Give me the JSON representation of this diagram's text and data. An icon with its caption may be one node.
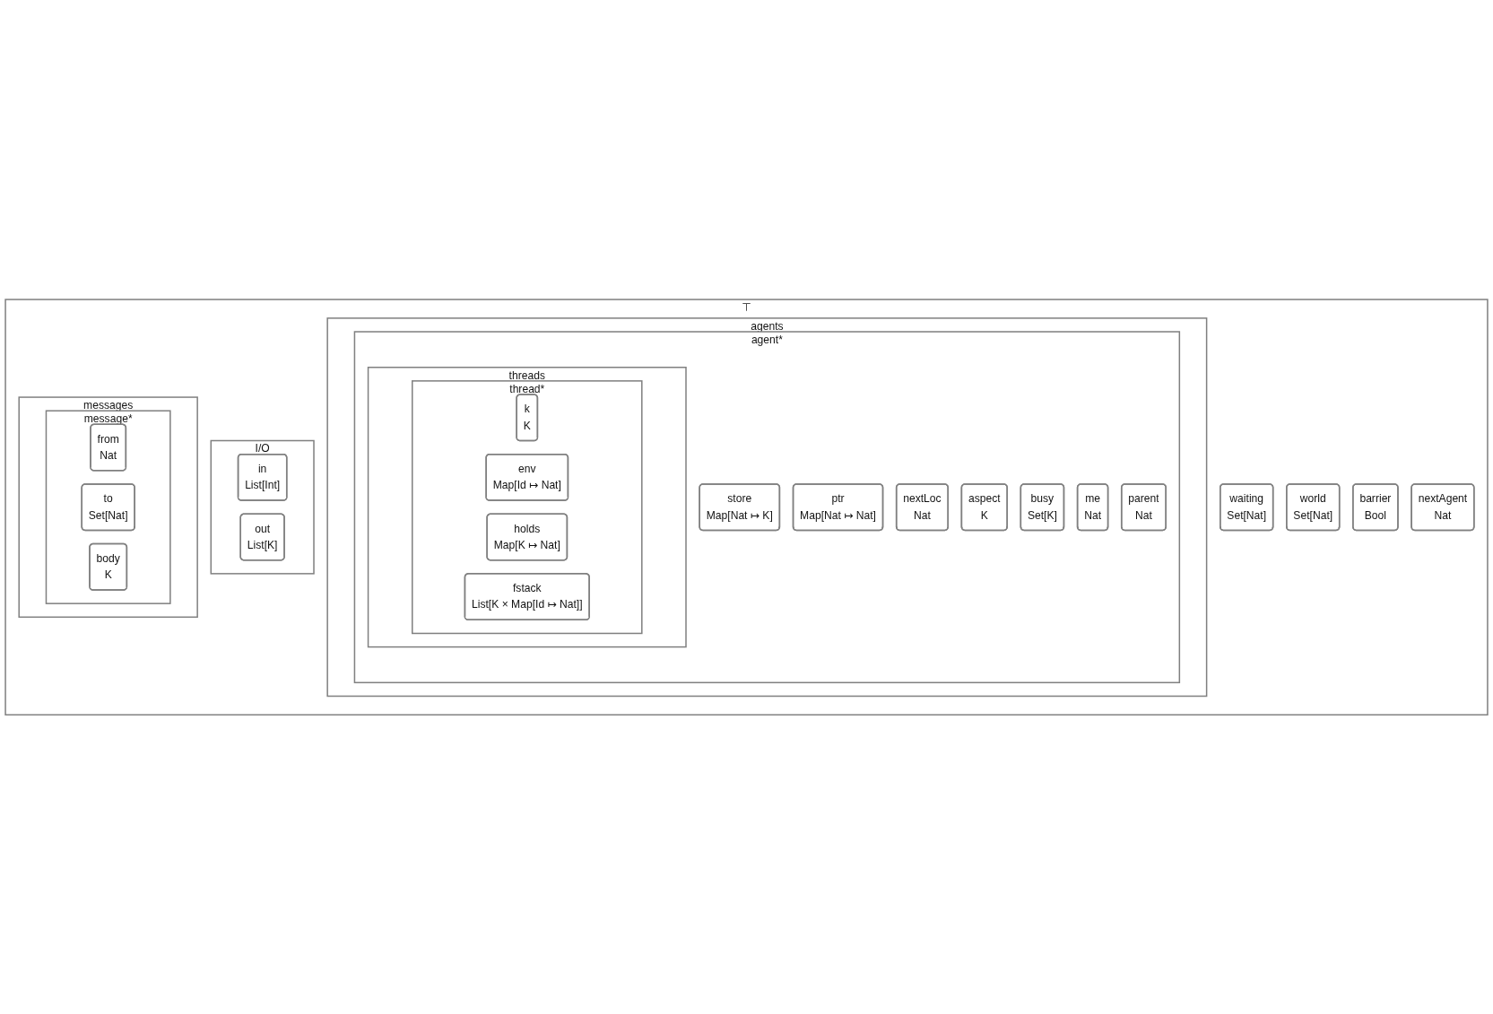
{
  "diagram": {
    "nodes": [
      {
        "text": [
          "⊤"
        ]
      },
      {
        "text": [
          "agents"
        ],
        "in": 0
      },
      {
        "text": [
          "agent*"
        ],
        "in": 1
      },
      {
        "text": [
          "threads"
        ],
        "in": 2
      },
      {
        "text": [
          "thread*"
        ],
        "in": 3
      },
      {
        "text": [
          "k",
          "K"
        ],
        "in": 4
      },
      {
        "text": [
          "env",
          "Map[Id ↦ Nat]"
        ],
        "in": 4
      },
      {
        "text": [
          "holds",
          "Map[K ↦ Nat]"
        ],
        "in": 4
      },
      {
        "text": [
          "fstack",
          "List[K × Map[Id ↦ Nat]]"
        ],
        "in": 4
      },
      {
        "text": [
          "store",
          "Map[Nat ↦ K]"
        ],
        "in": 2
      },
      {
        "text": [
          "ptr",
          "Map[Nat ↦ Nat]"
        ],
        "in": 2
      },
      {
        "text": [
          "nextLoc",
          "Nat"
        ],
        "in": 2
      },
      {
        "text": [
          "aspect",
          "K"
        ],
        "in": 2
      },
      {
        "text": [
          "busy",
          "Set[K]"
        ],
        "in": 2
      },
      {
        "text": [
          "me",
          "Nat"
        ],
        "in": 2
      },
      {
        "text": [
          "parent",
          "Nat"
        ],
        "in": 2
      },
      {
        "text": [
          "I/O"
        ],
        "in": 0
      },
      {
        "text": [
          "in",
          "List[Int]"
        ],
        "in": 16
      },
      {
        "text": [
          "out",
          "List[K]"
        ],
        "in": 16
      },
      {
        "text": [
          "messages"
        ],
        "in": 0
      },
      {
        "text": [
          "message*"
        ],
        "in": 19
      },
      {
        "text": [
          "from",
          "Nat"
        ],
        "in": 20
      },
      {
        "text": [
          "to",
          "Set[Nat]"
        ],
        "in": 20
      },
      {
        "text": [
          "body",
          "K"
        ],
        "in": 20
      },
      {
        "text": [
          "waiting",
          "Set[Nat]"
        ],
        "in": 0
      },
      {
        "text": [
          "world",
          "Set[Nat]"
        ],
        "in": 0
      },
      {
        "text": [
          "barrier",
          "Bool"
        ],
        "in": 0
      },
      {
        "text": [
          "nextAgent",
          "Nat"
        ],
        "in": 0
      }
    ]
  }
}
